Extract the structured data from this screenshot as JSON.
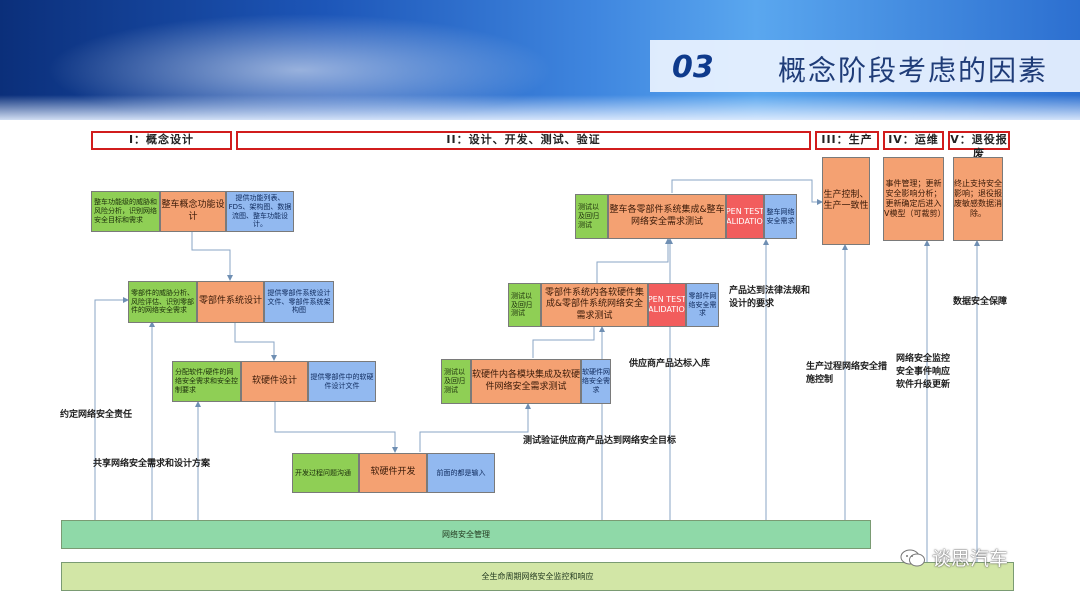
{
  "header": {
    "number": "03",
    "title": "概念阶段考虑的因素"
  },
  "phases": [
    "I：概念设计",
    "II：设计、开发、测试、验证",
    "III：生产",
    "IV：运维",
    "V：退役报废"
  ],
  "concept": {
    "left": "整车功能级的威胁和风险分析，识别网络安全目标和需求",
    "mid": "整车概念功能设计",
    "right": "提供功能列表、FDS、架构图、数据流图、整车功能设计。"
  },
  "component": {
    "left": "零部件的威胁分析、风险评估、识别零部件的网络安全需求",
    "mid": "零部件系统设计",
    "right": "提供零部件系统设计文件、零部件系统架构图"
  },
  "swhw": {
    "left": "分配软件/硬件的网络安全需求和安全控制要求",
    "mid": "软硬件设计",
    "right": "提供零部件中的软硬件设计文件"
  },
  "dev": {
    "left": "开发过程问题沟通",
    "mid": "软硬件开发",
    "right": "前面的都是输入"
  },
  "test_module": {
    "left": "测试以及回归测试",
    "mid": "软硬件内各模块集成及软硬件网络安全需求测试",
    "right": "软硬件网络安全需求"
  },
  "test_component": {
    "left": "测试以及回归测试",
    "mid": "零部件系统内各软硬件集成&零部件系统网络安全需求测试",
    "pen": "PEN TEST VALIDATION",
    "right": "零部件网络安全需求"
  },
  "test_vehicle": {
    "left": "测试以及回归测试",
    "mid": "整车各零部件系统集成&整车网络安全需求测试",
    "pen": "PEN TEST VALIDATION",
    "right": "整车网络安全需求"
  },
  "production_box": "生产控制、生产一致性",
  "ops_box": "事件管理；更新安全影响分析；更新确定后进入V模型（可裁剪）",
  "retire_box": "终止支持安全影响；退役报废敏感数据消除。",
  "annotations": {
    "responsibility": "约定网络安全责任",
    "share": "共享网络安全需求和设计方案",
    "verify_supplier": "测试验证供应商产品达到网络安全目标",
    "supplier_library": "供应商产品达标入库",
    "regulation": "产品达到法律法规和设计的要求",
    "production_measures": "生产过程网络安全措施控制",
    "ops_monitor": "网络安全监控安全事件响应软件升级更新",
    "data_security": "数据安全保障"
  },
  "bars": {
    "management": "网络安全管理",
    "lifecycle": "全生命周期网络安全监控和响应"
  },
  "watermark": "谈思汽车",
  "colors": {
    "phase_border": "#d11c1c",
    "green": "#8fcf55",
    "orange": "#f4a172",
    "blue": "#92b9f0",
    "red": "#f25d5d",
    "bar_green": "#8fd9a8",
    "bar_lime": "#d2e6a6"
  }
}
